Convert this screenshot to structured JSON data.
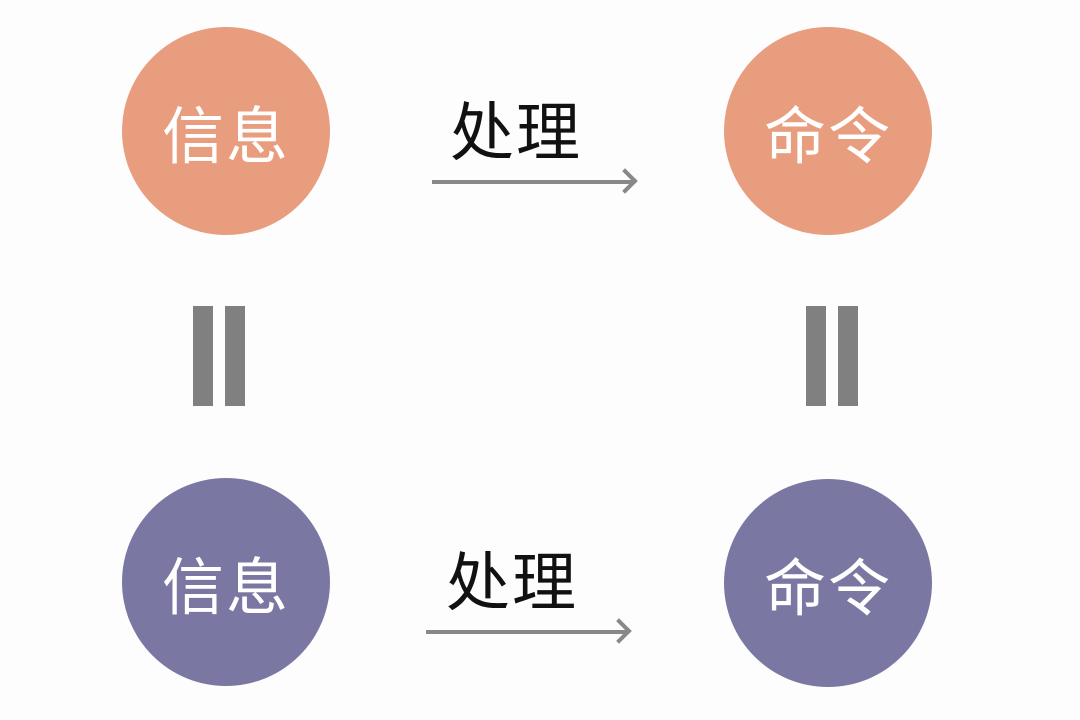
{
  "rows": [
    {
      "source": "信息",
      "process": "处理",
      "target": "命令",
      "color": "#e79d7e"
    },
    {
      "source": "信息",
      "process": "处理",
      "target": "命令",
      "color": "#7b77a3"
    }
  ],
  "equals_symbol": "="
}
